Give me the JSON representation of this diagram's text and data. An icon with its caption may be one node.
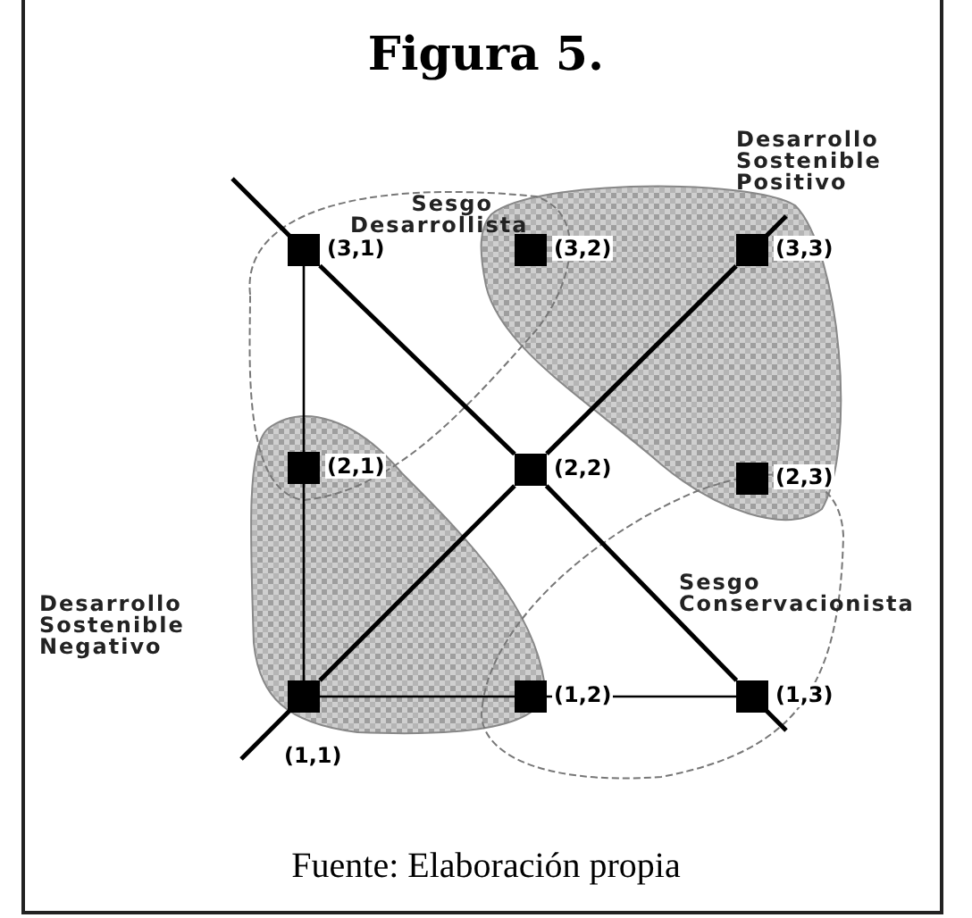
{
  "diagram": {
    "title": "Figura 5.",
    "caption": "Fuente: Elaboración propia",
    "nodes": [
      {
        "text": [],
        "shape": "box",
        "beside": [
          "(3,1)"
        ]
      },
      {
        "text": [],
        "shape": "box",
        "beside": [
          "(3,2)"
        ]
      },
      {
        "text": [],
        "shape": "box",
        "beside": [
          "(3,3)"
        ]
      },
      {
        "text": [],
        "shape": "box",
        "beside": [
          "(2,1)"
        ]
      },
      {
        "text": [],
        "shape": "box",
        "beside": [
          "(2,2)"
        ]
      },
      {
        "text": [],
        "shape": "box",
        "beside": [
          "(2,3)"
        ]
      },
      {
        "text": [],
        "shape": "box",
        "beside": [
          "(1,1)"
        ]
      },
      {
        "text": [],
        "shape": "box",
        "beside": [
          "(1,2)"
        ]
      },
      {
        "text": [],
        "shape": "box",
        "beside": [
          "(1,3)"
        ]
      }
    ],
    "edges": [
      {
        "from": 0,
        "to": 4,
        "arrow": "none"
      },
      {
        "from": 4,
        "to": 8,
        "arrow": "none"
      },
      {
        "from": 6,
        "to": 4,
        "arrow": "none"
      },
      {
        "from": 4,
        "to": 2,
        "arrow": "none"
      },
      {
        "from": 0,
        "to": 3,
        "arrow": "none"
      },
      {
        "from": 3,
        "to": 6,
        "arrow": "none"
      },
      {
        "from": 6,
        "to": 7,
        "arrow": "none"
      },
      {
        "from": 7,
        "to": 8,
        "arrow": "none"
      }
    ],
    "labels": [
      "Desarrollo Sostenible Positivo",
      "Sesgo Desarrollista",
      "Sesgo Conservacionista",
      "Desarrollo Sostenible Negativo"
    ]
  }
}
